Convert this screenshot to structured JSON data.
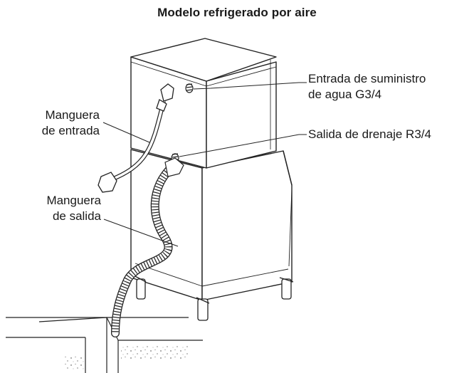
{
  "title": "Modelo refrigerado por aire",
  "labels": {
    "inlet_hose": [
      "Manguera",
      "de entrada"
    ],
    "outlet_hose": [
      "Manguera",
      "de salida"
    ],
    "water_supply_inlet": [
      "Entrada de suministro",
      "de agua G3/4"
    ],
    "drain_outlet": [
      "Salida de drenaje R3/4"
    ]
  }
}
